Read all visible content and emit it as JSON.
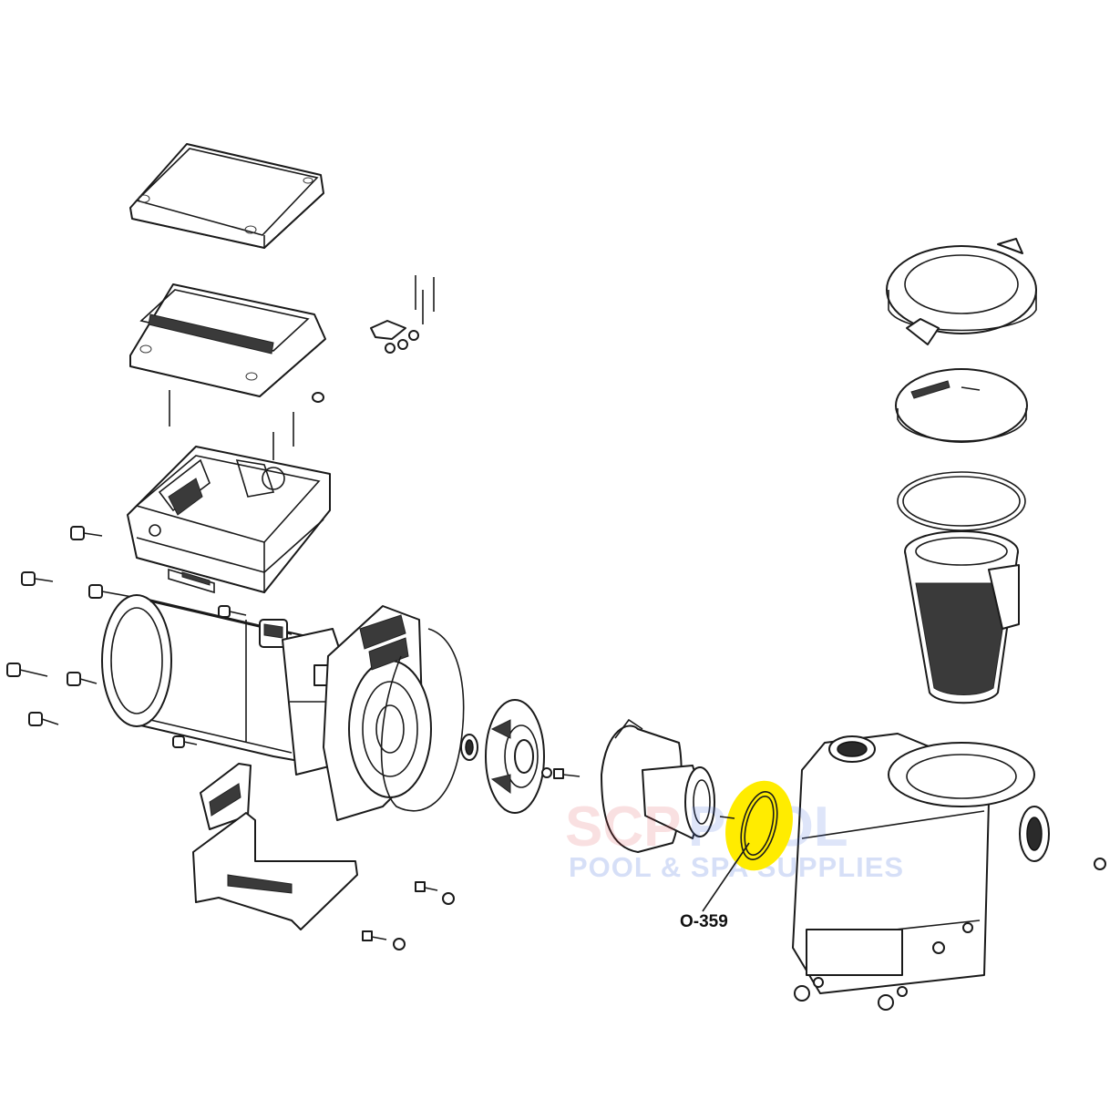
{
  "diagram": {
    "callout": {
      "part_label": "O-359",
      "highlight_color": "#ffec00"
    },
    "watermark": {
      "word_red": "SCP",
      "word_blue": "POOL",
      "tagline": "POOL & SPA SUPPLIES",
      "red_color": "#e03c46",
      "blue_color": "#466edc"
    },
    "components": [
      "motor-cover-lid",
      "drive-cover",
      "drive-housing",
      "motor",
      "motor-adapter-seal-plate",
      "seal-plate-o-ring",
      "shaft-seal",
      "impeller",
      "impeller-screw",
      "diffuser",
      "diffuser-o-ring",
      "pump-housing",
      "strainer-lid-lock-ring",
      "strainer-lid",
      "lid-o-ring",
      "strainer-basket",
      "motor-support-base",
      "hardware-bolts"
    ]
  }
}
